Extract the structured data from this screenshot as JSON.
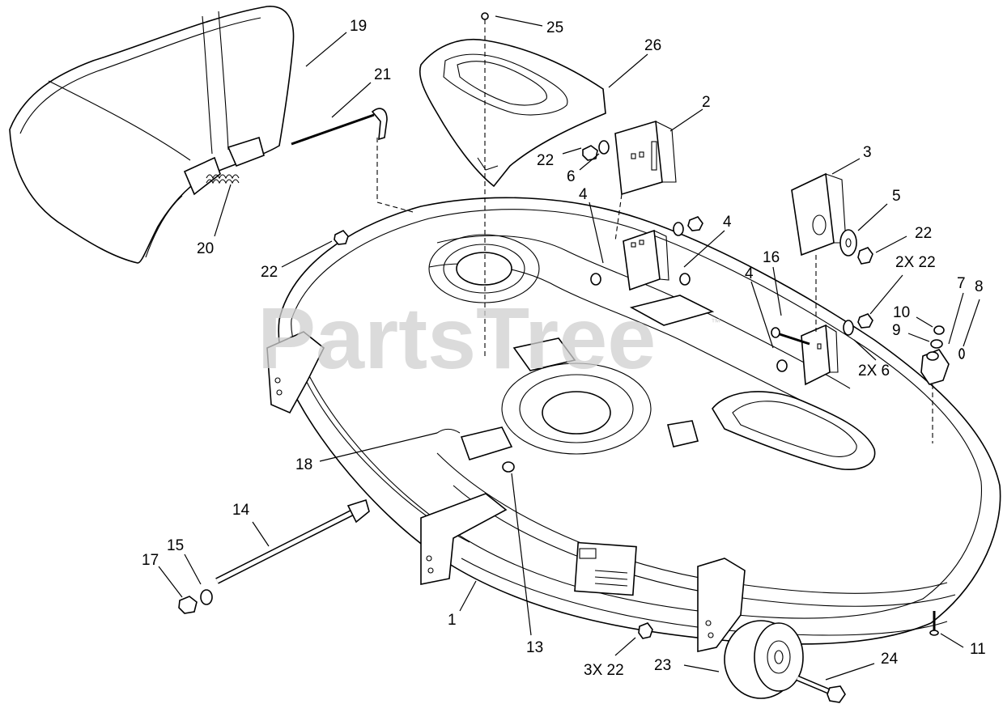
{
  "watermark": {
    "text": "PartsTree",
    "trademark": "™"
  },
  "callouts": [
    {
      "id": "c19",
      "label": "19"
    },
    {
      "id": "c21",
      "label": "21"
    },
    {
      "id": "c20",
      "label": "20"
    },
    {
      "id": "c25",
      "label": "25"
    },
    {
      "id": "c26",
      "label": "26"
    },
    {
      "id": "c2",
      "label": "2"
    },
    {
      "id": "c22a",
      "label": "22"
    },
    {
      "id": "c6a",
      "label": "6"
    },
    {
      "id": "c4a",
      "label": "4"
    },
    {
      "id": "c4b",
      "label": "4"
    },
    {
      "id": "c22b",
      "label": "22"
    },
    {
      "id": "c3",
      "label": "3"
    },
    {
      "id": "c5",
      "label": "5"
    },
    {
      "id": "c22c",
      "label": "22"
    },
    {
      "id": "c2x22",
      "label": "2X 22"
    },
    {
      "id": "c16",
      "label": "16"
    },
    {
      "id": "c4c",
      "label": "4"
    },
    {
      "id": "c7",
      "label": "7"
    },
    {
      "id": "c8",
      "label": "8"
    },
    {
      "id": "c10",
      "label": "10"
    },
    {
      "id": "c9",
      "label": "9"
    },
    {
      "id": "c2x6",
      "label": "2X 6"
    },
    {
      "id": "c18",
      "label": "18"
    },
    {
      "id": "c14",
      "label": "14"
    },
    {
      "id": "c15",
      "label": "15"
    },
    {
      "id": "c17",
      "label": "17"
    },
    {
      "id": "c1",
      "label": "1"
    },
    {
      "id": "c13",
      "label": "13"
    },
    {
      "id": "c3x22",
      "label": "3X 22"
    },
    {
      "id": "c23",
      "label": "23"
    },
    {
      "id": "c24",
      "label": "24"
    },
    {
      "id": "c11",
      "label": "11"
    }
  ]
}
